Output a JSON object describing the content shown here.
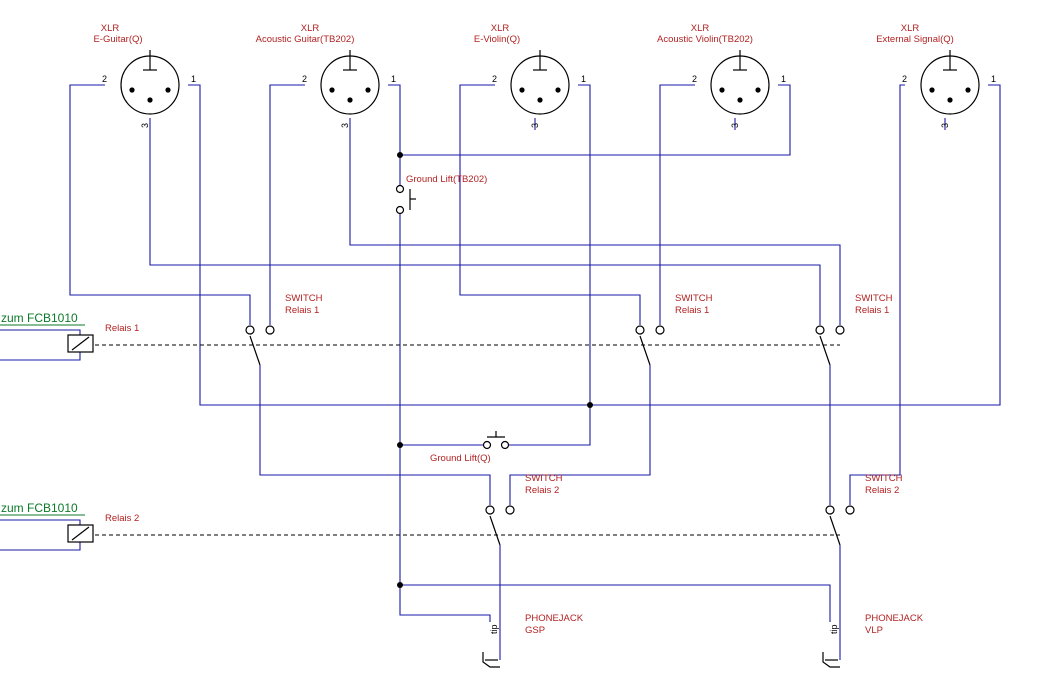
{
  "xlr": [
    {
      "type": "XLR",
      "name": "E-Guitar(Q)",
      "pins": [
        "1",
        "2",
        "3"
      ]
    },
    {
      "type": "XLR",
      "name": "Acoustic Guitar(TB202)",
      "pins": [
        "1",
        "2",
        "3"
      ]
    },
    {
      "type": "XLR",
      "name": "E-Violin(Q)",
      "pins": [
        "1",
        "2",
        "3"
      ]
    },
    {
      "type": "XLR",
      "name": "Acoustic Violin(TB202)",
      "pins": [
        "1",
        "2",
        "3"
      ]
    },
    {
      "type": "XLR",
      "name": "External Signal(Q)",
      "pins": [
        "1",
        "2",
        "3"
      ]
    }
  ],
  "switches": [
    {
      "l1": "SWITCH",
      "l2": "Relais 1"
    },
    {
      "l1": "SWITCH",
      "l2": "Relais 1"
    },
    {
      "l1": "SWITCH",
      "l2": "Relais 1"
    },
    {
      "l1": "SWITCH",
      "l2": "Relais 2"
    },
    {
      "l1": "SWITCH",
      "l2": "Relais 2"
    }
  ],
  "ground_lift_tb202": "Ground Lift(TB202)",
  "ground_lift_q": "Ground Lift(Q)",
  "relays": [
    {
      "net": "zum FCB1010",
      "label": "Relais 1"
    },
    {
      "net": "zum FCB1010",
      "label": "Relais 2"
    }
  ],
  "phonejacks": [
    {
      "title": "PHONEJACK",
      "name": "GSP",
      "pin": "tip"
    },
    {
      "title": "PHONEJACK",
      "name": "VLP",
      "pin": "tip"
    }
  ],
  "colors": {
    "wire": "#1a1aa8",
    "label": "#b22222",
    "net": "#0b7a2a"
  }
}
